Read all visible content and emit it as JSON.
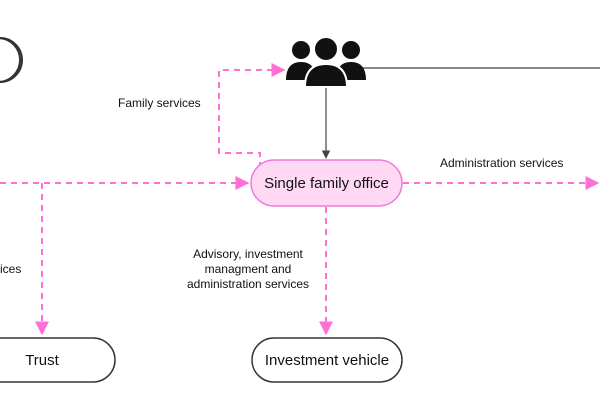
{
  "colors": {
    "flow": "#ff6fd6",
    "node_border": "#333333",
    "highlight_fill": "#ffd9f3",
    "highlight_border": "#f07ad9",
    "solid_line": "#444444",
    "people_icon": "#111111"
  },
  "icons": {
    "family": "people-icon"
  },
  "nodes": {
    "single_family_office": "Single family office",
    "trust": "Trust",
    "investment_vehicle": "Investment vehicle"
  },
  "edges": {
    "family_services": "Family services",
    "administration_services": "Administration services",
    "advisory_line1": "Advisory, investment",
    "advisory_line2": "managment and",
    "advisory_line3": "administration services",
    "left_partial": "ices"
  }
}
